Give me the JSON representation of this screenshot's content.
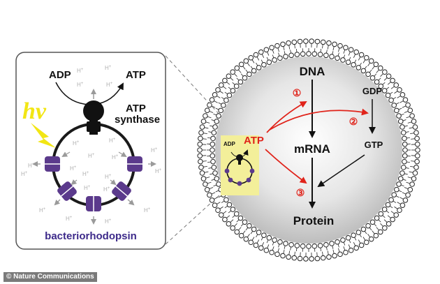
{
  "inset": {
    "adp": "ADP",
    "atp": "ATP",
    "hv": "hv",
    "synthase_line1": "ATP",
    "synthase_line2": "synthase",
    "proton": "H",
    "proton_sup": "+",
    "pump_label": "bacteriorhodopsin"
  },
  "cell": {
    "dna": "DNA",
    "mrna": "mRNA",
    "protein": "Protein",
    "atp": "ATP",
    "gdp": "GDP",
    "gtp": "GTP",
    "mini_adp": "ADP",
    "step1": "①",
    "step2": "②",
    "step3": "③"
  },
  "credit": "© Nature Communications",
  "colors": {
    "red": "#e0231a",
    "purple": "#5b3a8c",
    "highlight": "#f3ef9a",
    "hv_yellow": "#f2e614",
    "label_purple": "#3d2a8a"
  }
}
